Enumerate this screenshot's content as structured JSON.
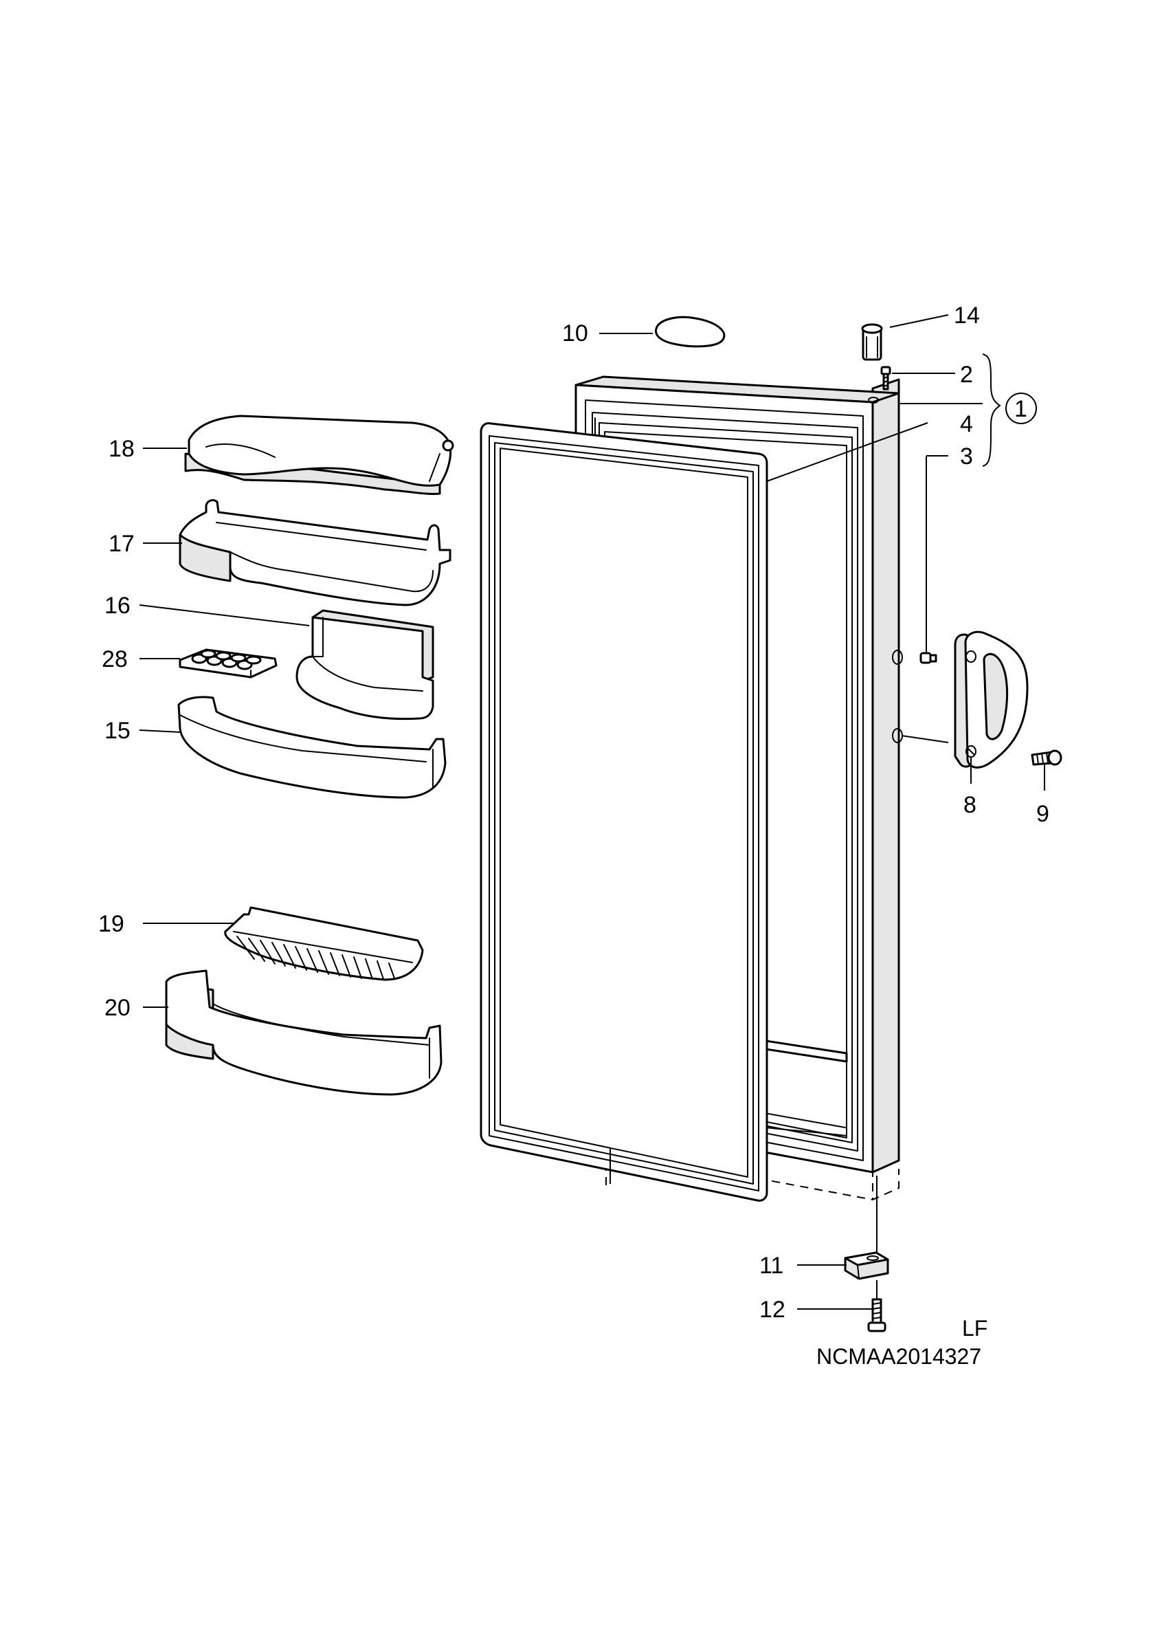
{
  "labels": {
    "p1": "1",
    "p2": "2",
    "p3": "3",
    "p4": "4",
    "p8": "8",
    "p9": "9",
    "p10": "10",
    "p11": "11",
    "p12": "12",
    "p14": "14",
    "p15": "15",
    "p16": "16",
    "p17": "17",
    "p18": "18",
    "p19": "19",
    "p20": "20",
    "p28": "28"
  },
  "footer": {
    "variant": "LF",
    "drawing_code": "NCMAA2014327"
  }
}
